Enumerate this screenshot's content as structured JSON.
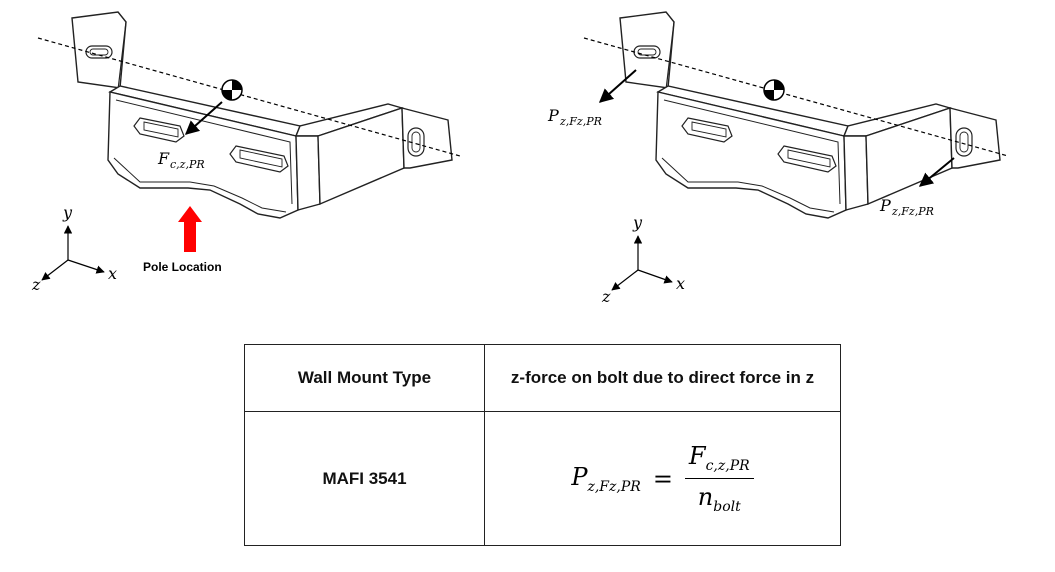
{
  "figure": {
    "left": {
      "force_main": "F",
      "force_sub": "c,z,PR",
      "pole_label": "Pole Location",
      "axes": {
        "x": "x",
        "y": "y",
        "z": "z"
      }
    },
    "right": {
      "force_main": "P",
      "force_sub": "z,Fz,PR",
      "axes": {
        "x": "x",
        "y": "y",
        "z": "z"
      }
    },
    "colors": {
      "pole_arrow": "#ff0000",
      "line": "#222222"
    }
  },
  "table": {
    "headers": [
      "Wall Mount Type",
      "z-force on bolt due to direct force in z"
    ],
    "rows": [
      {
        "type": "MAFI 3541",
        "formula": {
          "lhs_main": "P",
          "lhs_sub": "z,Fz,PR",
          "equals": "=",
          "num_main": "F",
          "num_sub": "c,z,PR",
          "den_main": "n",
          "den_sub": "bolt"
        }
      }
    ]
  }
}
